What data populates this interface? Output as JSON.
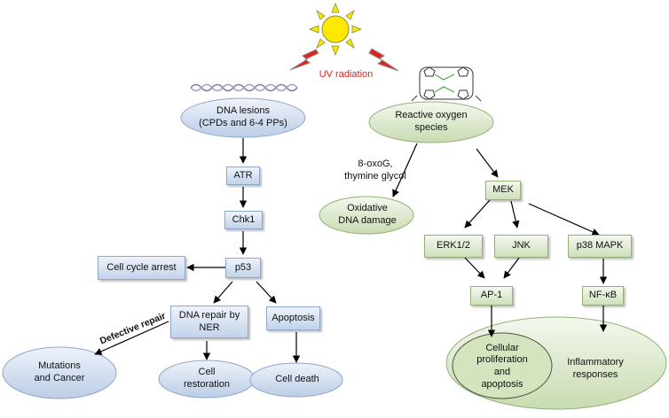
{
  "colors": {
    "blue_fill": "#c9d8ee",
    "green_fill": "#d3e4bf",
    "sun": "#ffe800",
    "lightning": "#e0221b",
    "arrow": "#000000"
  },
  "nodes": {
    "uv_radiation": "UV radiation",
    "dna_lesions": "DNA lesions\n(CPDs and 6-4 PPs)",
    "ros": "Reactive oxygen\nspecies",
    "atr": "ATR",
    "chk1": "Chk1",
    "p53": "p53",
    "cell_cycle_arrest": "Cell cycle arrest",
    "dna_repair": "DNA repair by\nNER",
    "apoptosis": "Apoptosis",
    "mutations": "Mutations\nand Cancer",
    "cell_restoration": "Cell\nrestoration",
    "cell_death": "Cell death",
    "oxidative": "Oxidative\nDNA damage",
    "mek": "MEK",
    "erk": "ERK1/2",
    "jnk": "JNK",
    "p38": "p38 MAPK",
    "ap1": "AP-1",
    "nfkb": "NF-κB",
    "cell_prolif": "Cellular\nproliferation\nand\napoptosis",
    "inflammatory": "Inflammatory\nresponses"
  },
  "edge_labels": {
    "oxo": "8-oxoG,\nthymine glycol",
    "defective": "Defective repair"
  }
}
